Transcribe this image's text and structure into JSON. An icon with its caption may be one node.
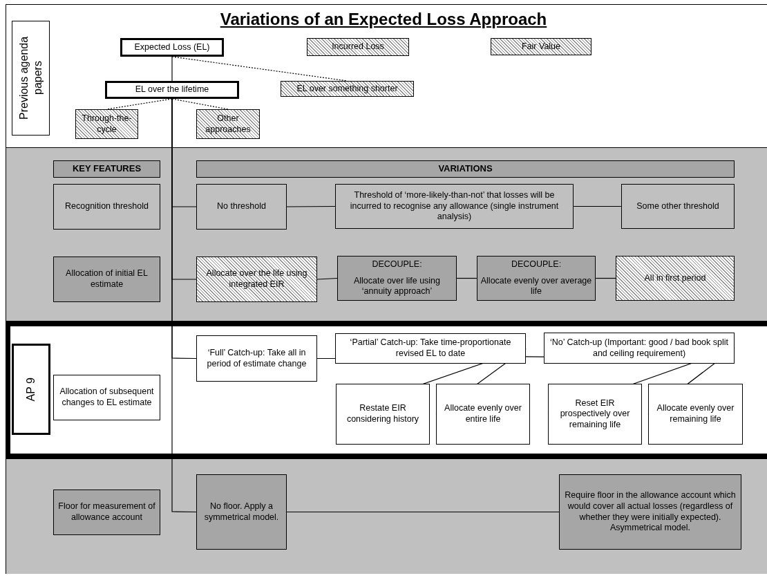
{
  "diagram": {
    "title": "Variations of an Expected Loss Approach",
    "nodes": [
      {
        "text": [
          "Previous agenda papers"
        ]
      },
      {
        "text": [
          "Expected Loss (EL)"
        ]
      },
      {
        "text": [
          "Incurred Loss"
        ]
      },
      {
        "text": [
          "Fair Value"
        ]
      },
      {
        "text": [
          "EL over the lifetime"
        ]
      },
      {
        "text": [
          "EL over something shorter"
        ]
      },
      {
        "text": [
          "Through-the-cycle"
        ]
      },
      {
        "text": [
          "Other approaches"
        ]
      },
      {
        "text": [
          "KEY FEATURES"
        ]
      },
      {
        "text": [
          "VARIATIONS"
        ]
      },
      {
        "text": [
          "Recognition threshold"
        ]
      },
      {
        "text": [
          "No threshold"
        ]
      },
      {
        "text": [
          "Threshold of ‘more-likely-than-not’ that losses will be incurred to recognise any allowance (single instrument analysis)"
        ]
      },
      {
        "text": [
          "Some other threshold"
        ]
      },
      {
        "text": [
          "Allocation of initial EL estimate"
        ]
      },
      {
        "text": [
          "Allocate over the life using integrated EIR"
        ]
      },
      {
        "text": [
          "DECOUPLE:",
          "Allocate over life using ‘annuity approach’"
        ]
      },
      {
        "text": [
          "DECOUPLE:",
          "Allocate evenly over average life"
        ]
      },
      {
        "text": [
          "All in first period"
        ]
      },
      {
        "text": [
          "AP 9"
        ]
      },
      {
        "text": [
          "Allocation of subsequent changes to EL estimate"
        ]
      },
      {
        "text": [
          "‘Full’ Catch-up: Take all in period of estimate change"
        ]
      },
      {
        "text": [
          "‘Partial’ Catch-up: Take time-proportionate revised EL to date"
        ]
      },
      {
        "text": [
          "‘No’ Catch-up (Important: good / bad book split and ceiling requirement)"
        ]
      },
      {
        "text": [
          "Restate EIR considering history"
        ]
      },
      {
        "text": [
          "Allocate evenly over entire life"
        ]
      },
      {
        "text": [
          "Reset EIR prospectively over remaining life"
        ]
      },
      {
        "text": [
          "Allocate evenly over remaining life"
        ]
      },
      {
        "text": [
          "Floor for measurement of allowance account"
        ]
      },
      {
        "text": [
          "No floor.  Apply a symmetrical model."
        ]
      },
      {
        "text": [
          "Require floor in the allowance account which would cover all actual losses (regardless of whether they were initially expected). Asymmetrical model."
        ]
      }
    ],
    "edges": [
      {
        "from": 1,
        "to": 4,
        "arrow": "none"
      },
      {
        "from": 1,
        "to": 5,
        "arrow": "none",
        "style": "dashed"
      },
      {
        "from": 4,
        "to": 6,
        "arrow": "none",
        "style": "dashed"
      },
      {
        "from": 4,
        "to": 7,
        "arrow": "none",
        "style": "dashed"
      },
      {
        "from": 4,
        "to": 11,
        "arrow": "none"
      },
      {
        "from": 4,
        "to": 15,
        "arrow": "none"
      },
      {
        "from": 4,
        "to": 21,
        "arrow": "none"
      },
      {
        "from": 4,
        "to": 29,
        "arrow": "none"
      },
      {
        "from": 11,
        "to": 12,
        "arrow": "none"
      },
      {
        "from": 12,
        "to": 13,
        "arrow": "none"
      },
      {
        "from": 15,
        "to": 16,
        "arrow": "none"
      },
      {
        "from": 16,
        "to": 17,
        "arrow": "none"
      },
      {
        "from": 17,
        "to": 18,
        "arrow": "none"
      },
      {
        "from": 21,
        "to": 22,
        "arrow": "none"
      },
      {
        "from": 22,
        "to": 23,
        "arrow": "none"
      },
      {
        "from": 22,
        "to": 24,
        "arrow": "none"
      },
      {
        "from": 22,
        "to": 25,
        "arrow": "none"
      },
      {
        "from": 23,
        "to": 26,
        "arrow": "none"
      },
      {
        "from": 23,
        "to": 27,
        "arrow": "none"
      },
      {
        "from": 29,
        "to": 30,
        "arrow": "none"
      }
    ]
  }
}
